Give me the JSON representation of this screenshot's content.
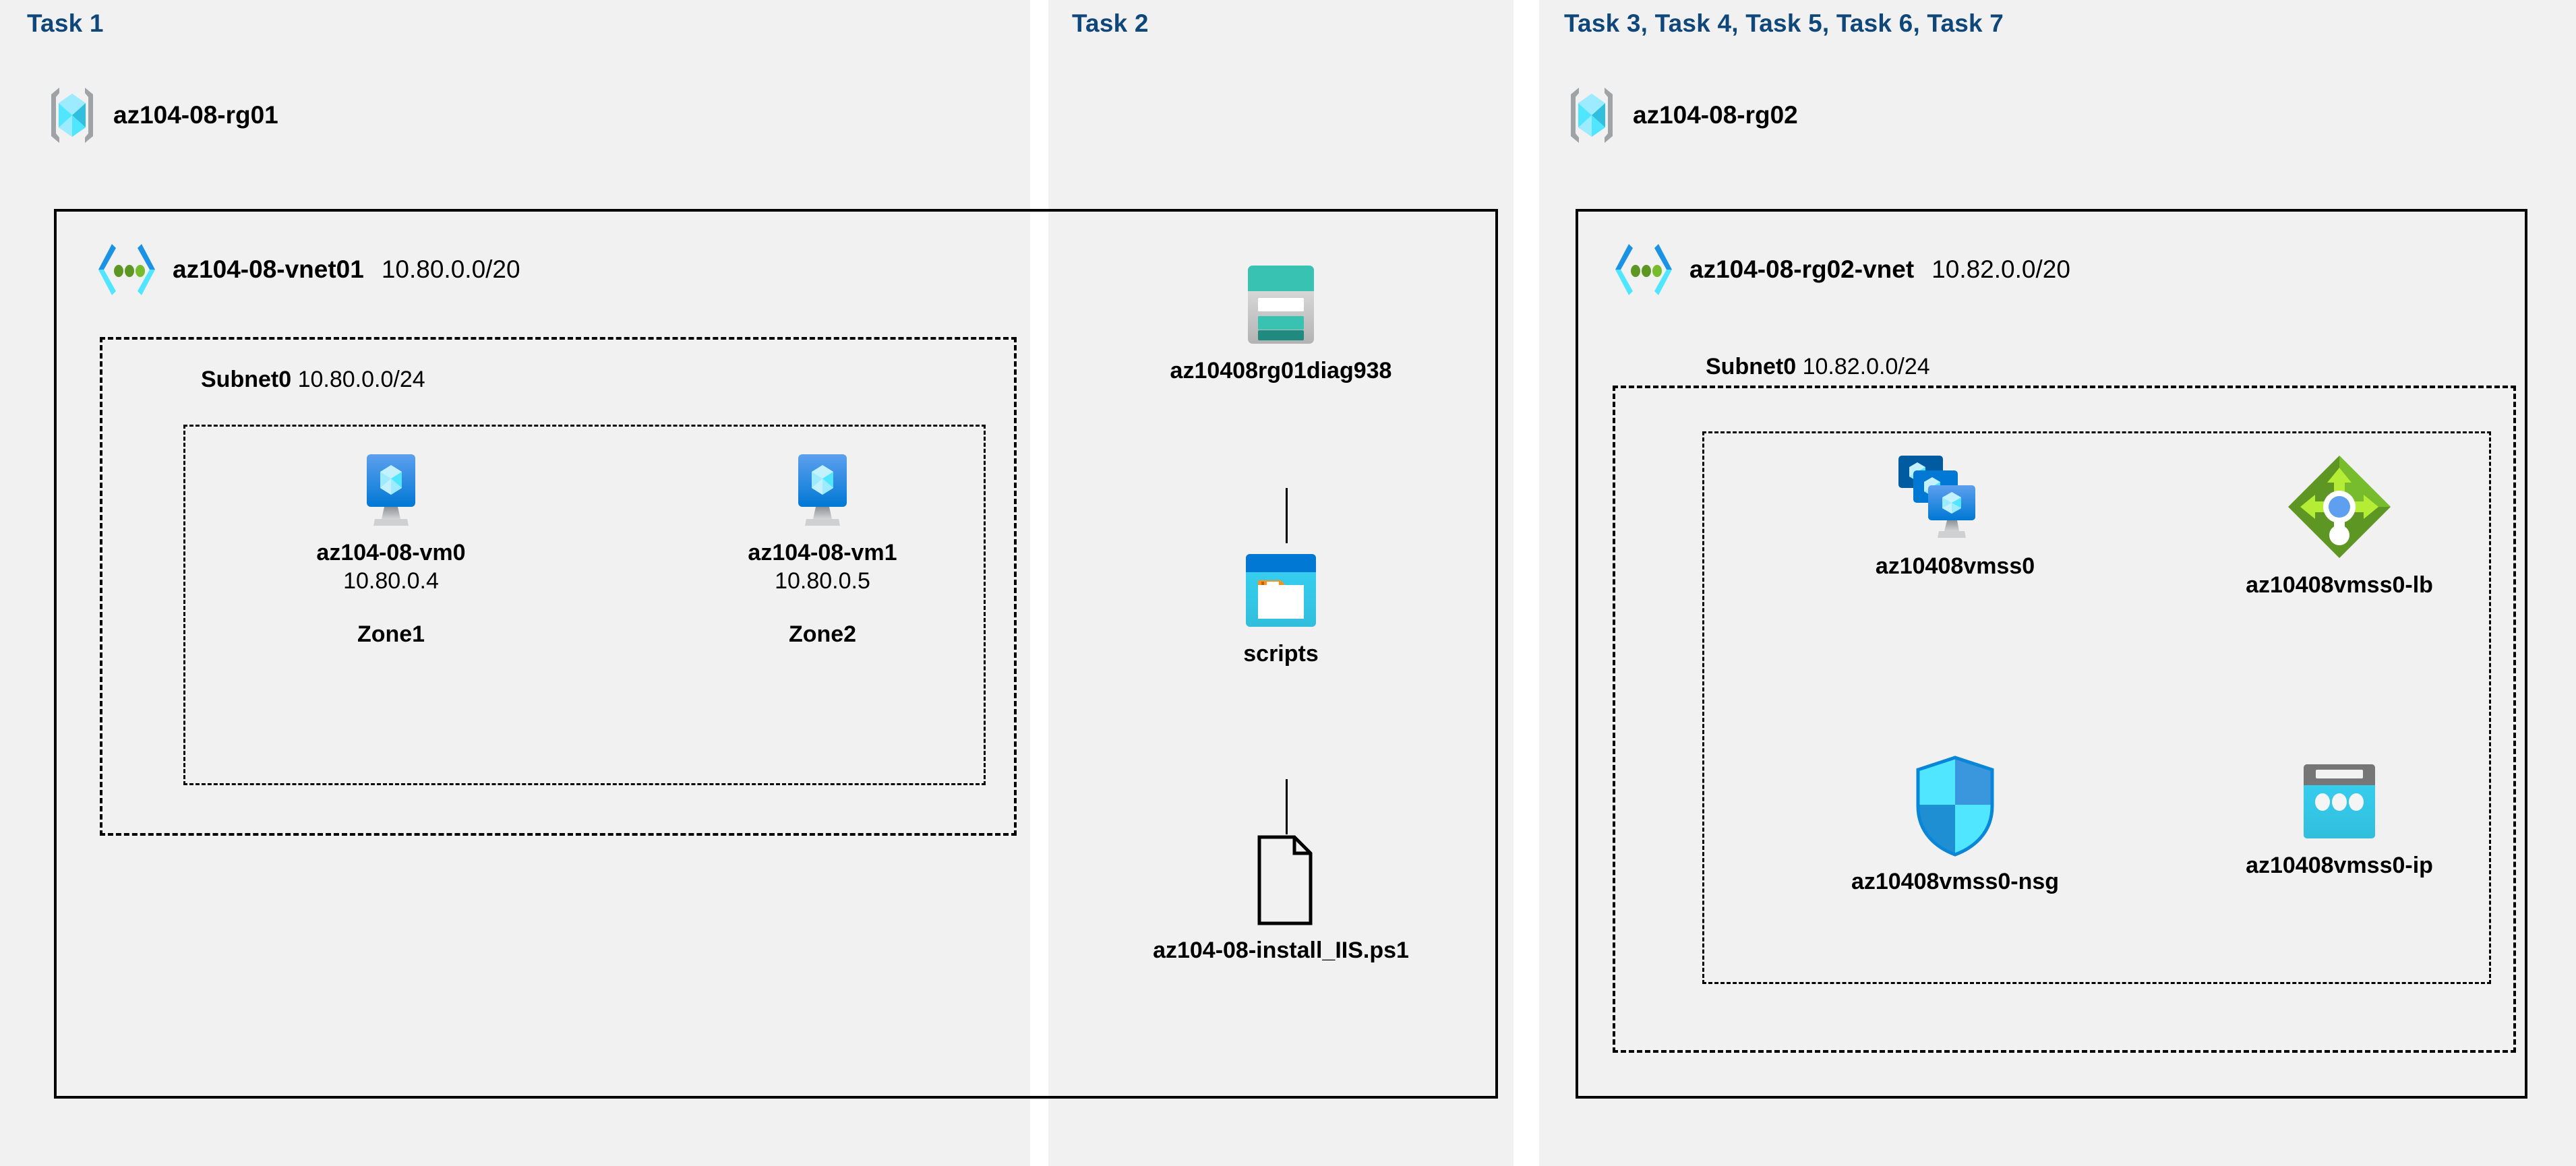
{
  "columns": {
    "task1": {
      "heading": "Task 1"
    },
    "task2": {
      "heading": "Task 2"
    },
    "task3": {
      "heading": "Task 3, Task 4, Task 5, Task 6, Task 7"
    }
  },
  "resource_groups": [
    {
      "name": "az104-08-rg01",
      "icon": "resource-group-icon"
    },
    {
      "name": "az104-08-rg02",
      "icon": "resource-group-icon"
    }
  ],
  "vnets": [
    {
      "name": "az104-08-vnet01",
      "cidr": "10.80.0.0/20",
      "icon": "virtual-network-icon"
    },
    {
      "name": "az104-08-rg02-vnet",
      "cidr": "10.82.0.0/20",
      "icon": "virtual-network-icon"
    }
  ],
  "subnets": [
    {
      "name": "Subnet0",
      "cidr": "10.80.0.0/24"
    },
    {
      "name": "Subnet0",
      "cidr": "10.82.0.0/24"
    }
  ],
  "resources": {
    "vm0": {
      "name": "az104-08-vm0",
      "ip": "10.80.0.4",
      "zone": "Zone1",
      "icon": "virtual-machine-icon"
    },
    "vm1": {
      "name": "az104-08-vm1",
      "ip": "10.80.0.5",
      "zone": "Zone2",
      "icon": "virtual-machine-icon"
    },
    "storage": {
      "name": "az10408rg01diag938",
      "icon": "storage-account-icon"
    },
    "scripts": {
      "name": "scripts",
      "icon": "blob-container-icon"
    },
    "ps1": {
      "name": "az104-08-install_IIS.ps1",
      "icon": "file-icon"
    },
    "vmss": {
      "name": "az10408vmss0",
      "icon": "vm-scale-set-icon"
    },
    "lb": {
      "name": "az10408vmss0-lb",
      "icon": "load-balancer-icon"
    },
    "nsg": {
      "name": "az10408vmss0-nsg",
      "icon": "network-security-group-icon"
    },
    "pip": {
      "name": "az10408vmss0-ip",
      "icon": "public-ip-address-icon"
    }
  },
  "colors": {
    "task_heading": "#10477a",
    "panel_background": "#f1f1f1",
    "page_background": "#ffffff",
    "border": "#000000",
    "azure_blue": "#0078d4",
    "azure_cyan": "#50e6ff",
    "storage_teal": "#37c2b1",
    "lb_green": "#76bc2d",
    "blob_orange": "#f7941e"
  }
}
